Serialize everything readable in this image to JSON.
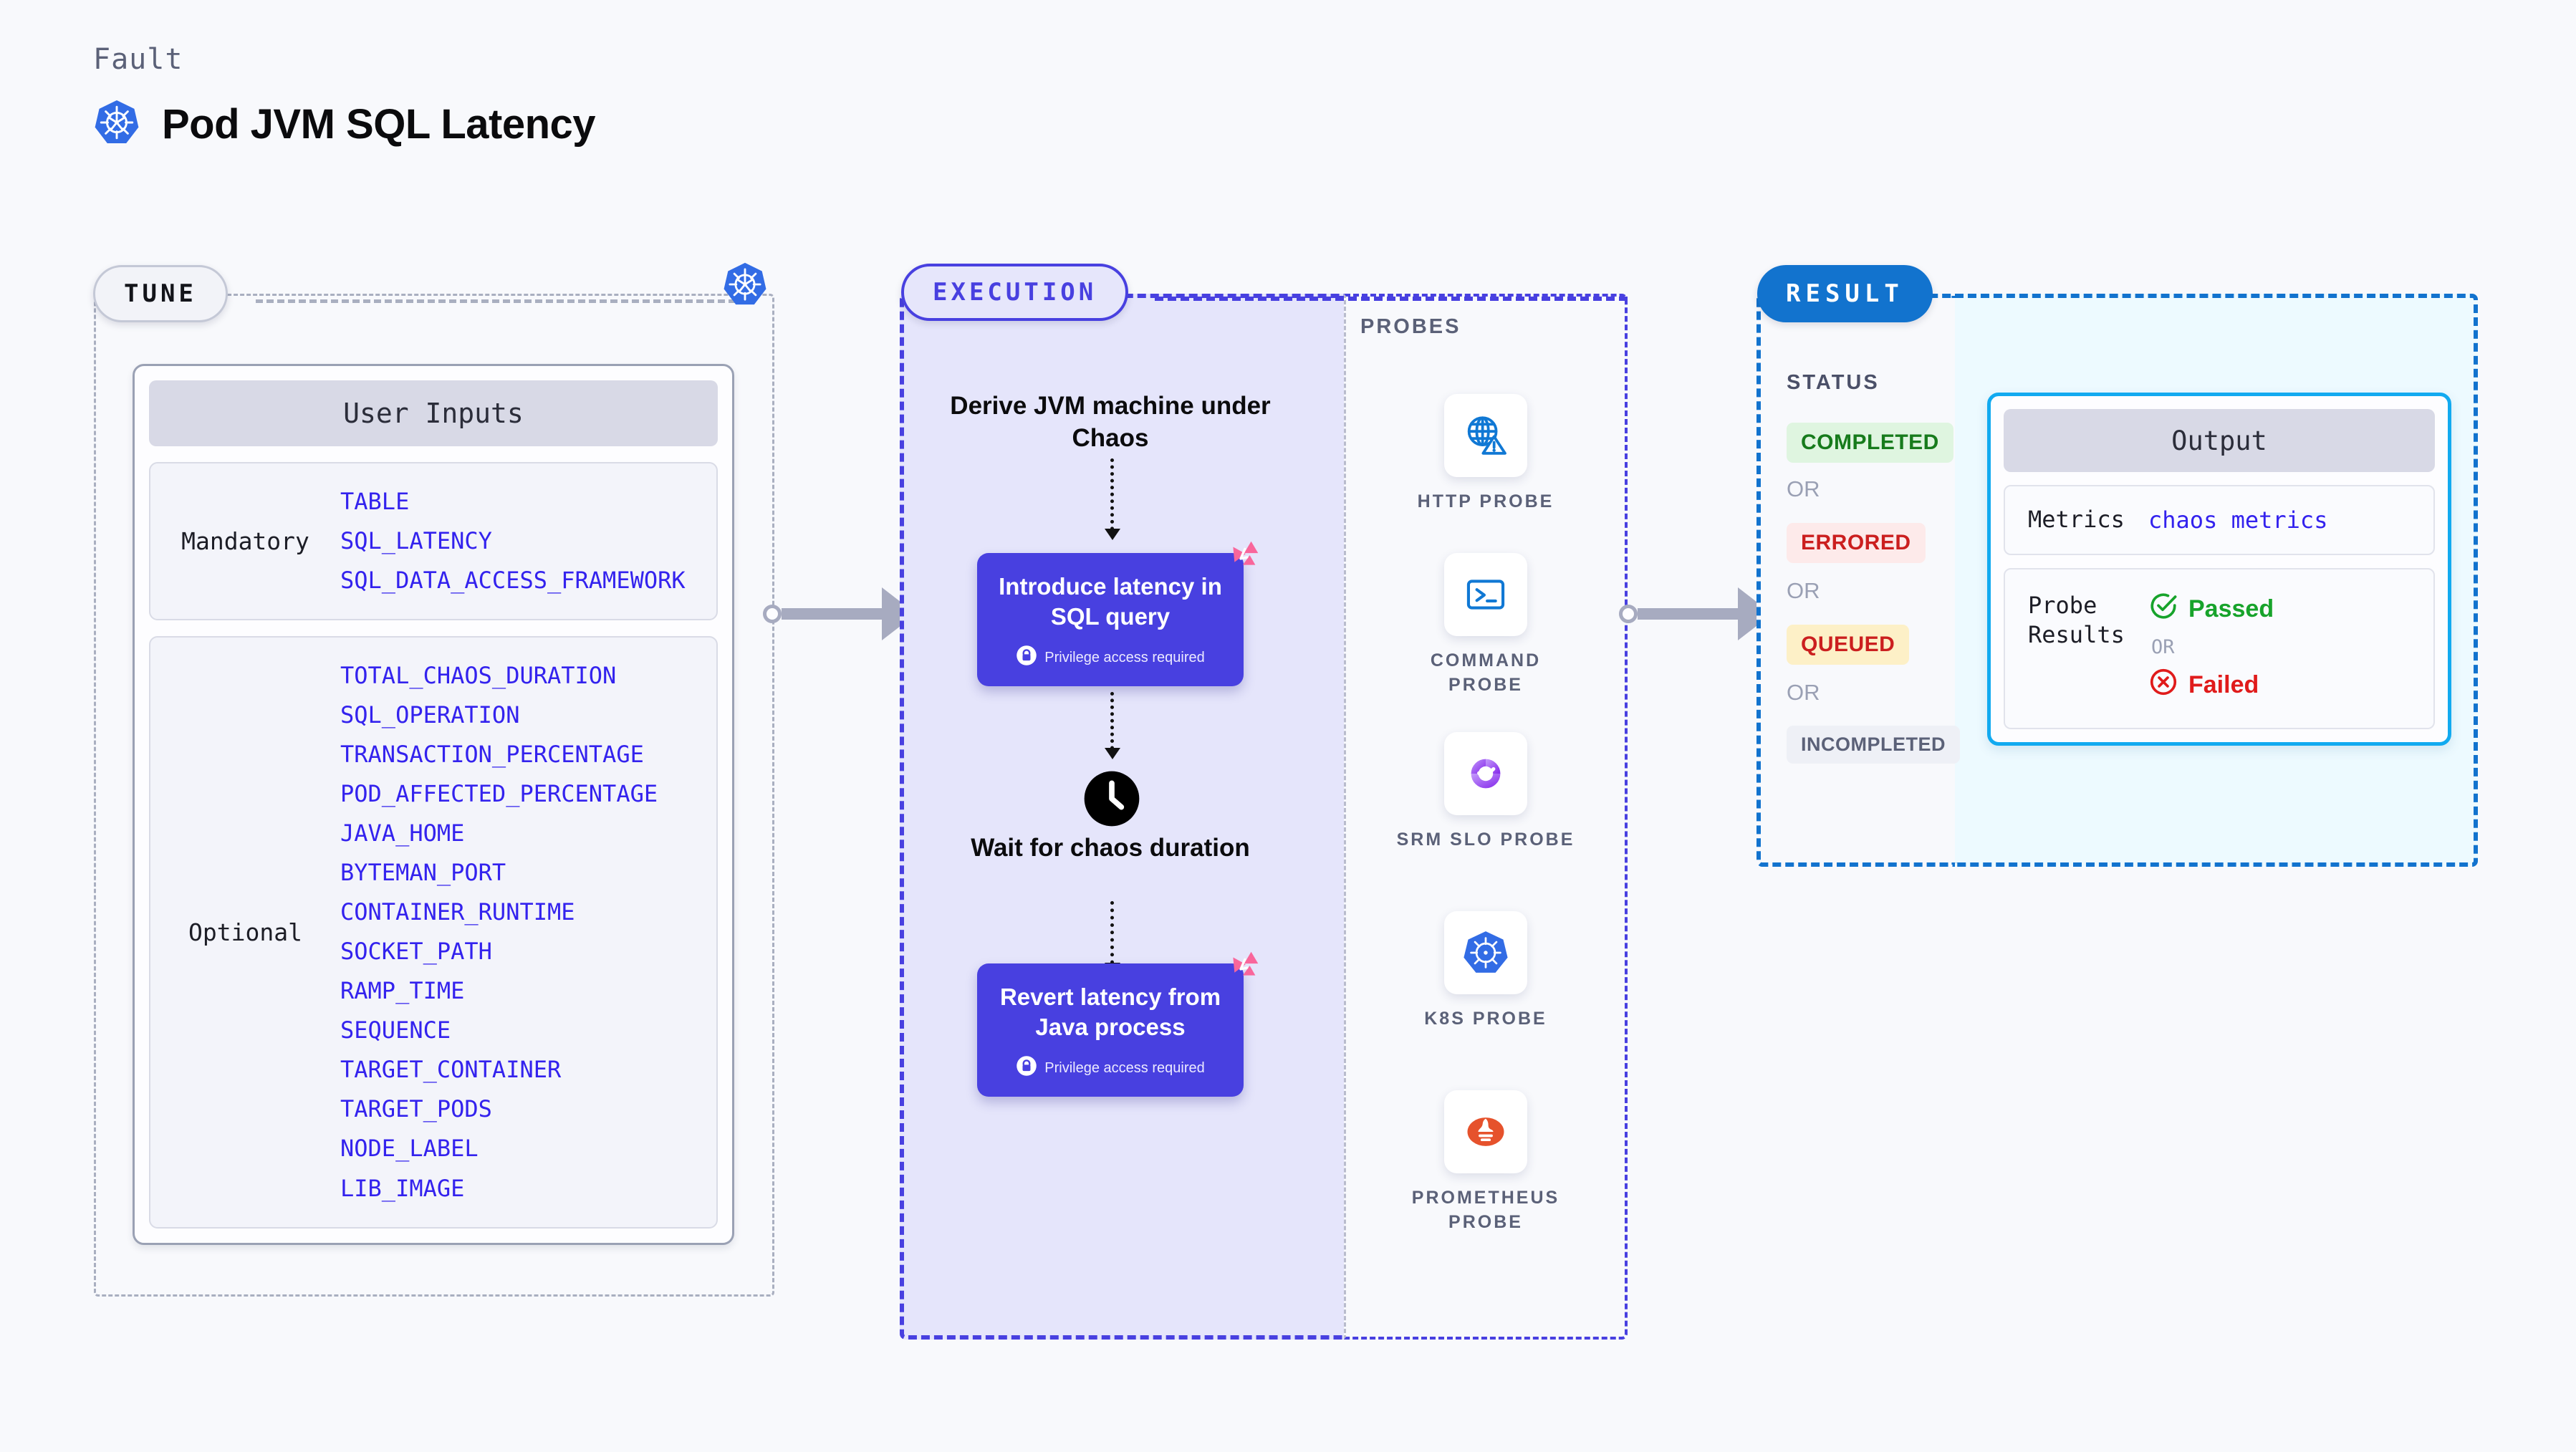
{
  "header": {
    "eyebrow": "Fault",
    "title": "Pod JVM SQL Latency",
    "icon": "kubernetes-icon"
  },
  "tune": {
    "pill_label": "TUNE",
    "badge_icon": "kubernetes-icon",
    "user_inputs_title": "User Inputs",
    "groups": [
      {
        "label": "Mandatory",
        "params": [
          "TABLE",
          "SQL_LATENCY",
          "SQL_DATA_ACCESS_FRAMEWORK"
        ]
      },
      {
        "label": "Optional",
        "params": [
          "TOTAL_CHAOS_DURATION",
          "SQL_OPERATION",
          "TRANSACTION_PERCENTAGE",
          "POD_AFFECTED_PERCENTAGE",
          "JAVA_HOME",
          "BYTEMAN_PORT",
          "CONTAINER_RUNTIME",
          "SOCKET_PATH",
          "RAMP_TIME",
          "SEQUENCE",
          "TARGET_CONTAINER",
          "TARGET_PODS",
          "NODE_LABEL",
          "LIB_IMAGE"
        ]
      }
    ]
  },
  "execution": {
    "pill_label": "EXECUTION",
    "step1_text": "Derive JVM machine under Chaos",
    "action1": {
      "title": "Introduce latency in SQL query",
      "privilege_note": "Privilege access required",
      "lock_icon": "lock-icon",
      "badge_icon": "litmus-icon"
    },
    "wait_icon": "clock-icon",
    "wait_text": "Wait for chaos duration",
    "action2": {
      "title": "Revert latency from Java process",
      "privilege_note": "Privilege access required",
      "lock_icon": "lock-icon",
      "badge_icon": "litmus-icon"
    }
  },
  "probes": {
    "section_label": "PROBES",
    "items": [
      {
        "label": "HTTP PROBE",
        "icon": "globe-warning-icon"
      },
      {
        "label": "COMMAND PROBE",
        "icon": "terminal-icon"
      },
      {
        "label": "SRM SLO PROBE",
        "icon": "srm-slo-icon"
      },
      {
        "label": "K8S PROBE",
        "icon": "kubernetes-icon"
      },
      {
        "label": "PROMETHEUS PROBE",
        "icon": "prometheus-icon"
      }
    ]
  },
  "result": {
    "pill_label": "RESULT",
    "status_label": "STATUS",
    "or_label": "OR",
    "statuses": [
      {
        "text": "COMPLETED",
        "bg": "#dff5e0",
        "fg": "#177b1c"
      },
      {
        "text": "ERRORED",
        "bg": "#fdeaea",
        "fg": "#cb1f1f"
      },
      {
        "text": "QUEUED",
        "bg": "#fdf0c7",
        "fg": "#cb1f1f"
      },
      {
        "text": "INCOMPLETED",
        "bg": "#eef0f6",
        "fg": "#5b6178"
      }
    ],
    "output": {
      "title": "Output",
      "metrics_label": "Metrics",
      "metrics_value": "chaos metrics",
      "probe_results_label": "Probe Results",
      "passed_label": "Passed",
      "failed_label": "Failed",
      "or_label": "OR",
      "passed_icon": "check-circle-icon",
      "failed_icon": "x-circle-icon"
    }
  },
  "colors": {
    "accent_purple": "#4840e0",
    "accent_blue": "#1273ce",
    "accent_cyan": "#12aaf0",
    "param_blue": "#3322ee",
    "pink": "#f9669b",
    "page_bg": "#f8f9fc"
  }
}
